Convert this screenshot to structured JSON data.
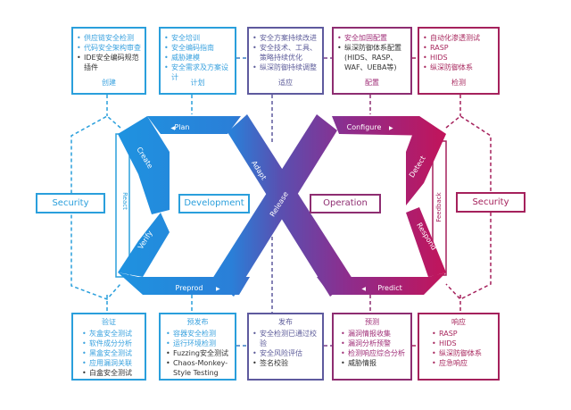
{
  "colors": {
    "blue": "#2a9fdc",
    "indigo": "#5e5a9e",
    "plum": "#8e2d71",
    "crimson": "#a5215c",
    "text_dark": "#333333"
  },
  "top_boxes": [
    {
      "caption": "创建",
      "items": [
        {
          "text": "供应链安全检测",
          "tone": "blue"
        },
        {
          "text": "代码安全架构审查",
          "tone": "blue"
        },
        {
          "text": "IDE安全编码规范插件",
          "tone": "dark"
        }
      ]
    },
    {
      "caption": "计划",
      "items": [
        {
          "text": "安全培训",
          "tone": "blue"
        },
        {
          "text": "安全编码指南",
          "tone": "blue"
        },
        {
          "text": "威胁建模",
          "tone": "blue"
        },
        {
          "text": "安全需求及方案设计",
          "tone": "blue"
        }
      ]
    },
    {
      "caption": "适应",
      "items": [
        {
          "text": "安全方案持续改进",
          "tone": "indigo"
        },
        {
          "text": "安全技术、工具、策略持续优化",
          "tone": "indigo"
        },
        {
          "text": "纵深防御持续调整",
          "tone": "indigo"
        }
      ]
    },
    {
      "caption": "配置",
      "items": [
        {
          "text": "安全加固配置",
          "tone": "plum"
        },
        {
          "text": "纵深防御体系配置(HIDS、RASP、WAF、UEBA等)",
          "tone": "dark"
        }
      ]
    },
    {
      "caption": "检测",
      "items": [
        {
          "text": "自动化渗透测试",
          "tone": "crimson"
        },
        {
          "text": "RASP",
          "tone": "crimson"
        },
        {
          "text": "HIDS",
          "tone": "crimson"
        },
        {
          "text": "纵深防御体系",
          "tone": "crimson"
        }
      ]
    }
  ],
  "bottom_boxes": [
    {
      "caption": "验证",
      "items": [
        {
          "text": "灰盒安全测试",
          "tone": "blue"
        },
        {
          "text": "软件成分分析",
          "tone": "blue"
        },
        {
          "text": "黑盒安全测试",
          "tone": "blue"
        },
        {
          "text": "应用漏洞关联",
          "tone": "blue"
        },
        {
          "text": "白盒安全测试",
          "tone": "dark"
        }
      ]
    },
    {
      "caption": "预发布",
      "items": [
        {
          "text": "容器安全检测",
          "tone": "blue"
        },
        {
          "text": "运行环境检测",
          "tone": "blue"
        },
        {
          "text": "Fuzzing安全测试",
          "tone": "dark"
        },
        {
          "text": "Chaos-Monkey-Style Testing",
          "tone": "dark"
        }
      ]
    },
    {
      "caption": "发布",
      "items": [
        {
          "text": "安全检测已通过校验",
          "tone": "indigo"
        },
        {
          "text": "安全风险评估",
          "tone": "indigo"
        },
        {
          "text": "签名校验",
          "tone": "dark"
        }
      ]
    },
    {
      "caption": "预测",
      "items": [
        {
          "text": "漏洞情报收集",
          "tone": "plum"
        },
        {
          "text": "漏洞分析预警",
          "tone": "plum"
        },
        {
          "text": "检测响应综合分析",
          "tone": "plum"
        },
        {
          "text": "威胁情报",
          "tone": "dark"
        }
      ]
    },
    {
      "caption": "响应",
      "items": [
        {
          "text": "RASP",
          "tone": "crimson"
        },
        {
          "text": "HIDS",
          "tone": "crimson"
        },
        {
          "text": "纵深防御体系",
          "tone": "crimson"
        },
        {
          "text": "应急响应",
          "tone": "crimson"
        }
      ]
    }
  ],
  "loop": {
    "left_center": "Development",
    "right_center": "Operation",
    "segments": {
      "plan": "Plan",
      "create": "Create",
      "verify": "Verify",
      "preprod": "Preprod",
      "adapt": "Adapt",
      "release": "Release",
      "configure": "Configure",
      "detect": "Detect",
      "respond": "Respond",
      "predict": "Predict",
      "react": "React",
      "feedback": "Feedback"
    }
  },
  "side_labels": {
    "left": "Security",
    "right": "Security"
  }
}
